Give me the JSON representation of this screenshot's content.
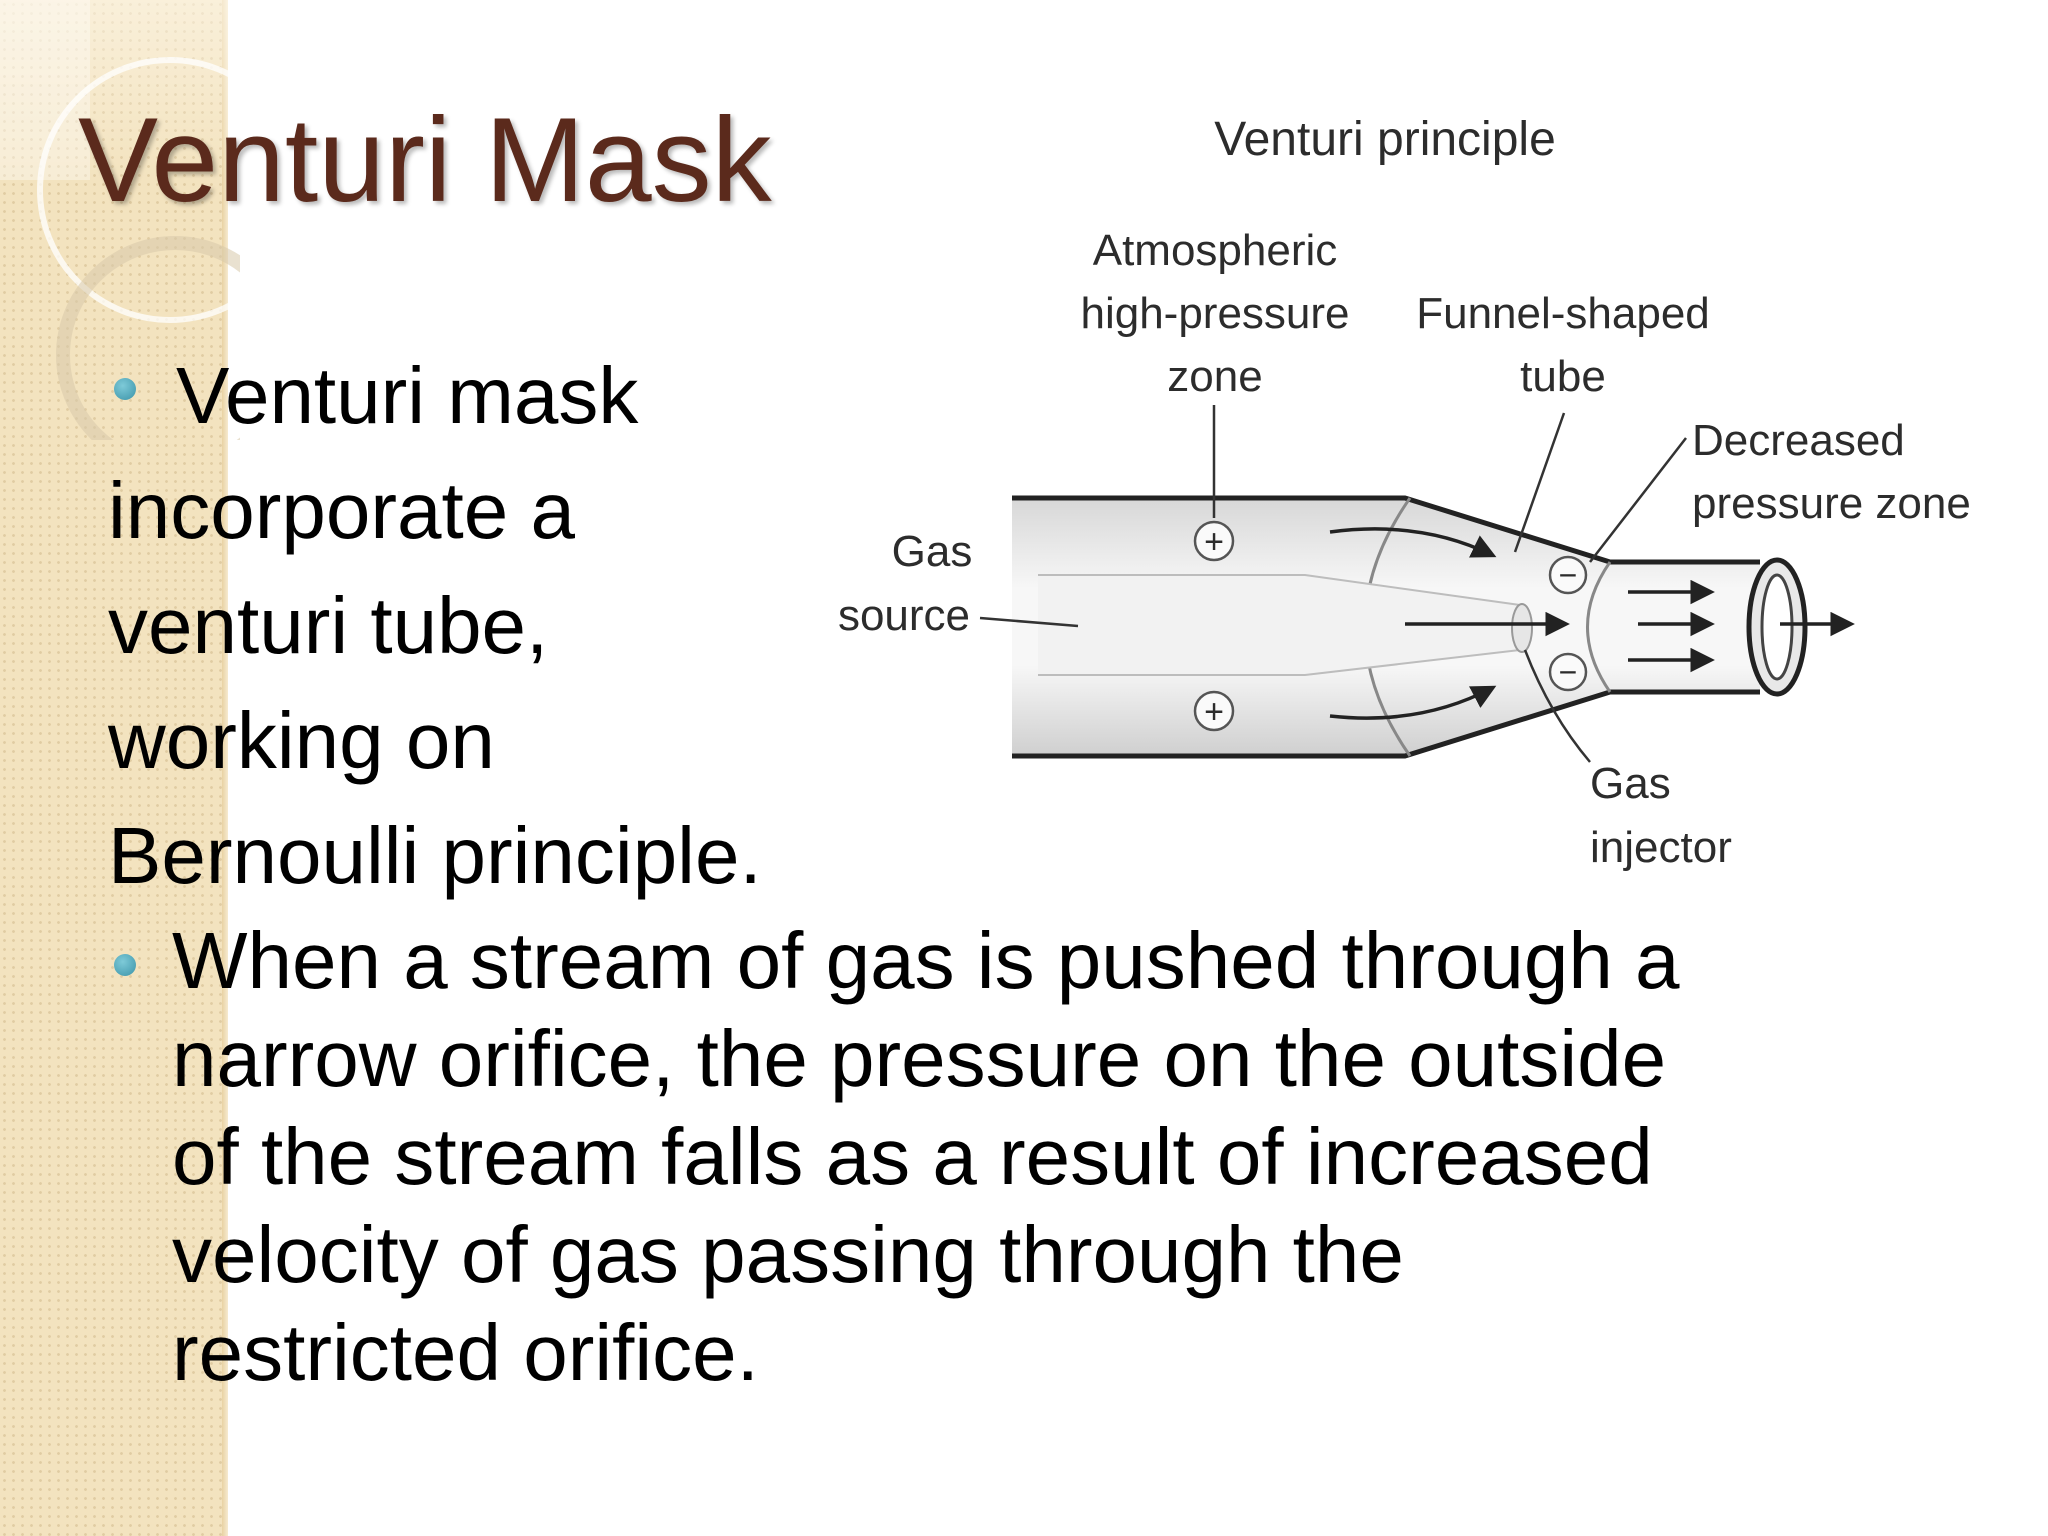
{
  "slide": {
    "title": "Venturi Mask",
    "bullet1": {
      "lines": [
        "Venturi mask",
        "incorporate a",
        "venturi tube,",
        "working on",
        "Bernoulli principle."
      ]
    },
    "bullet2": {
      "lines": [
        "When a stream of gas is pushed through a",
        "narrow orifice, the pressure on the outside",
        "of the stream falls as a result of increased",
        "velocity of gas passing through the",
        "restricted orifice."
      ]
    }
  },
  "figure": {
    "title": "Venturi principle",
    "labels": {
      "atmospheric": [
        "Atmospheric",
        "high-pressure",
        "zone"
      ],
      "funnel": [
        "Funnel-shaped",
        "tube"
      ],
      "decreased": [
        "Decreased",
        "pressure zone"
      ],
      "gas_source": [
        "Gas",
        "source"
      ],
      "gas_injector": [
        "Gas",
        "injector"
      ]
    },
    "signs": {
      "plus": "+",
      "minus": "−"
    }
  },
  "colors": {
    "title": "#5b2a1c",
    "bullet": "#4aa3b8",
    "side_band": "#f3e3bf"
  }
}
